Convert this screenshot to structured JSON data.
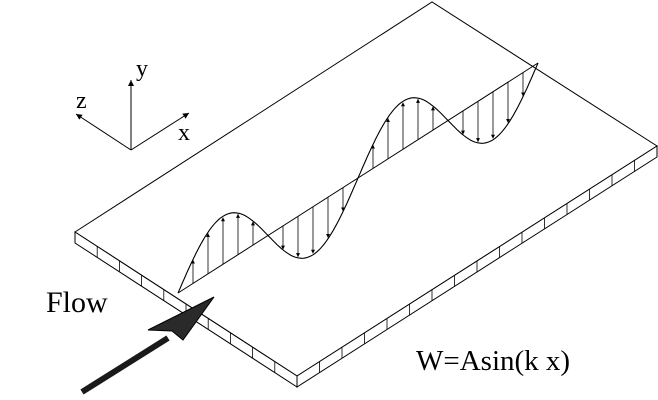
{
  "axes": {
    "y_label": "y",
    "z_label": "z",
    "x_label": "x"
  },
  "flow_label": "Flow",
  "equation": "W=Asin(k x)",
  "colors": {
    "line": "#000000",
    "arrow_fill": "#2a2a2a",
    "background": "#ffffff"
  },
  "icons": {
    "flow_arrow": "thick-arrow-icon",
    "axis_triad": "axis-triad-icon"
  }
}
